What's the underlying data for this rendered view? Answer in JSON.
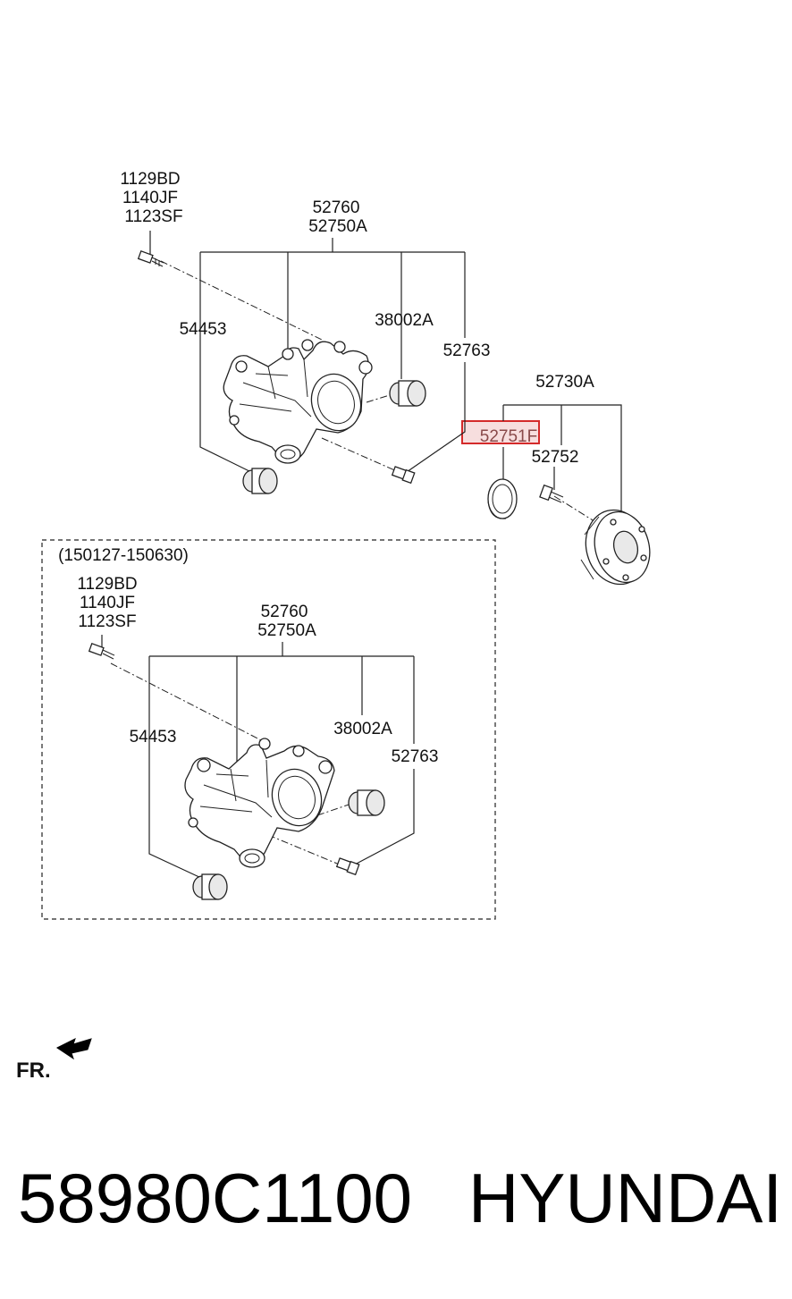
{
  "diagram": {
    "main_assembly": {
      "bolt_codes": [
        "1129BD",
        "1140JF",
        "1123SF"
      ],
      "knuckle_codes": [
        "52760",
        "52750A"
      ],
      "bushing_left": "54453",
      "bushing_right": "38002A",
      "bolt_right": "52763",
      "hub_assembly": "52730A",
      "highlighted_part": "52751F",
      "hub_bolt": "52752"
    },
    "variant_box": {
      "date_range": "(150127-150630)",
      "bolt_codes": [
        "1129BD",
        "1140JF",
        "1123SF"
      ],
      "knuckle_codes": [
        "52760",
        "52750A"
      ],
      "bushing_left": "54453",
      "bushing_right": "38002A",
      "bolt_right": "52763"
    },
    "front_indicator": "FR.",
    "colors": {
      "highlight_border": "#d42a2a",
      "highlight_fill": "#f7dede"
    }
  },
  "footer": {
    "part_number": "58980C1100",
    "brand": "HYUNDAI"
  }
}
